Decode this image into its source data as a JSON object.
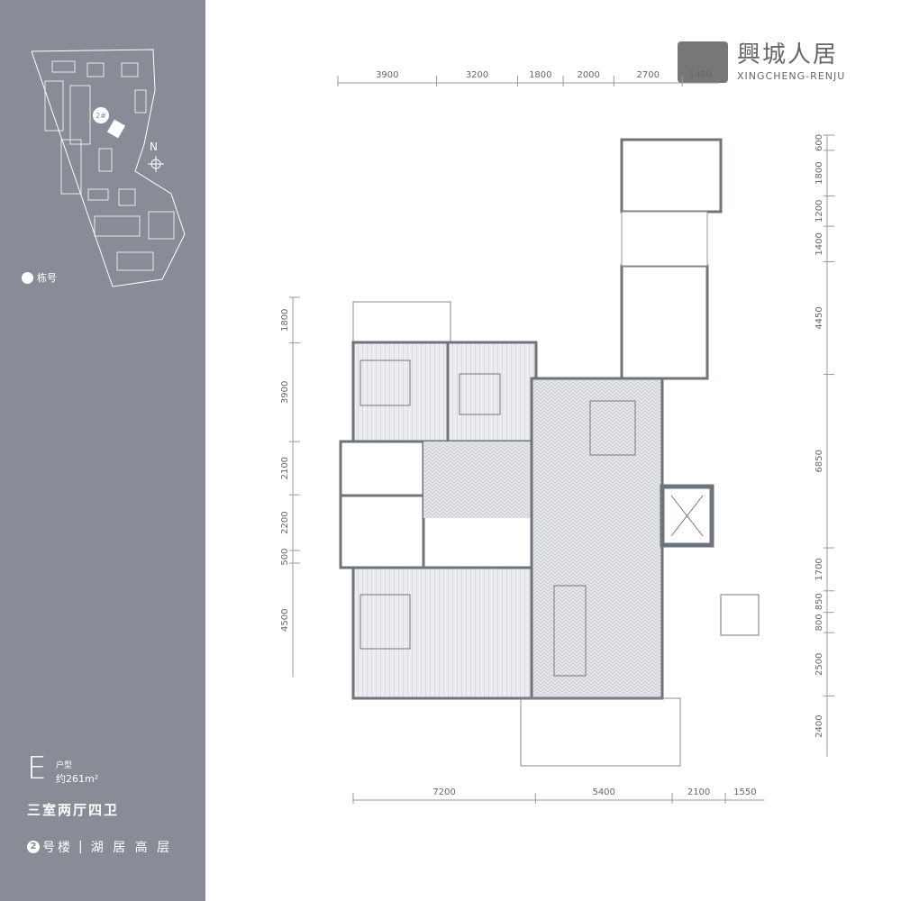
{
  "sidebar": {
    "site_plan": {
      "building_marker": "2#",
      "north_label": "N",
      "legend_label": "栋号"
    },
    "unit": {
      "letter": "E",
      "type_label": "户型",
      "area": "约261m²"
    },
    "layout": "三室两厅四卫",
    "building": {
      "number": "2",
      "name": "号楼",
      "separator": "|",
      "series": "湖 居 高 层"
    }
  },
  "logo": {
    "cn": "興城人居",
    "en": "XINGCHENG-RENJU"
  },
  "dimensions": {
    "top": [
      "3900",
      "3200",
      "1800",
      "2000",
      "2700",
      "1450"
    ],
    "bottom": [
      "7200",
      "5400",
      "2100",
      "1550"
    ],
    "left": [
      "1800",
      "3900",
      "2100",
      "2200",
      "500",
      "4500"
    ],
    "right": [
      "600",
      "1800",
      "1200",
      "1400",
      "4450",
      "6850",
      "1700",
      "850",
      "800",
      "2500",
      "2400"
    ]
  },
  "colors": {
    "sidebar": "#878c96",
    "wall": "#6e737c",
    "floor": "#d9dbe0"
  }
}
